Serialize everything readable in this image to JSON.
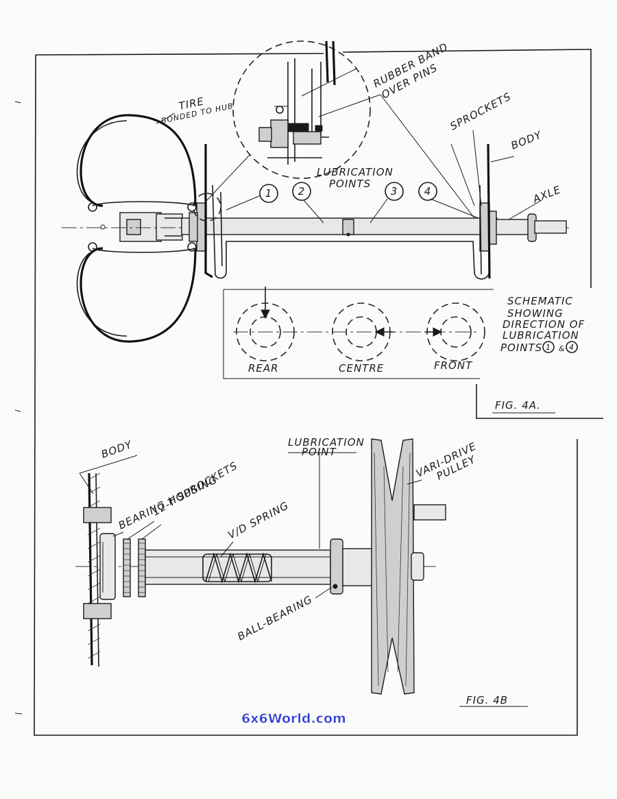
{
  "labels": {
    "tire": "TIRE",
    "bonded_to_hub": "BONDED TO HUB",
    "rubber_band": "RUBBER BAND",
    "over_pins": "OVER PINS",
    "sprockets_a": "SPROCKETS",
    "body_a": "BODY",
    "axle": "AXLE",
    "lubrication_a": "LUBRICATION",
    "points_a": "POINTS",
    "point_1": "1",
    "point_2": "2",
    "point_3": "3",
    "point_4": "4",
    "rear": "REAR",
    "centre": "CENTRE",
    "front": "FRONT",
    "schematic_1": "SCHEMATIC",
    "schematic_2": "SHOWING",
    "schematic_3": "DIRECTION OF",
    "schematic_4": "LUBRICATION",
    "schematic_5": "POINTS",
    "schematic_p1": "1",
    "schematic_amp": "&",
    "schematic_p4": "4",
    "fig_4a": "FIG. 4A.",
    "body_b": "BODY",
    "bearing_housing": "BEARING HOUSING",
    "sprockets_12t": "12-T SPROCKETS",
    "spring": "V/D SPRING",
    "lubrication_b": "LUBRICATION",
    "point_b": "POINT",
    "vari_drive": "VARI-DRIVE",
    "pulley": "PULLEY",
    "ball_bearing": "BALL-BEARING",
    "fig_4b": "FIG. 4B",
    "watermark": "6x6World.com"
  }
}
